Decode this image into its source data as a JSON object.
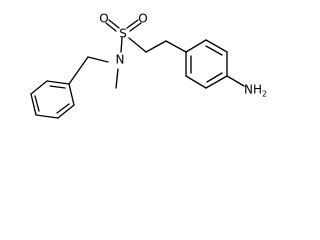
{
  "labels": {
    "oxygen_left": "O",
    "oxygen_right": "O",
    "sulfur": "S",
    "nitrogen": "N",
    "amine_main": "NH",
    "amine_subscript": "2"
  }
}
